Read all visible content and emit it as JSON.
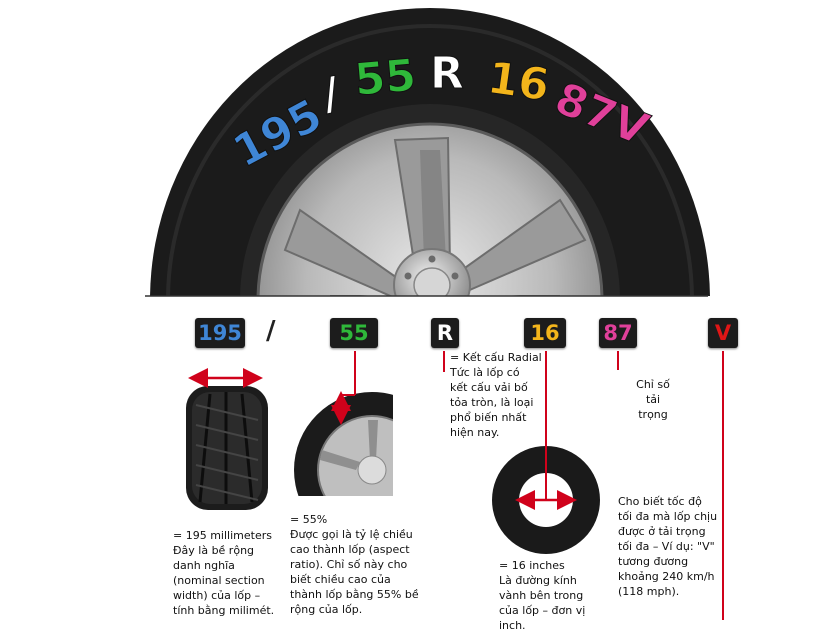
{
  "sidewall_code": {
    "width": "195",
    "separator": "/",
    "aspect": "55",
    "construction": "R",
    "rim": "16",
    "load_speed": "87V"
  },
  "colors": {
    "width": "#3f86d6",
    "aspect": "#2fb83a",
    "construction": "#ffffff",
    "rim": "#f3b51b",
    "load_index": "#e0409a",
    "speed_rating": "#e01616",
    "arrow": "#d0021b"
  },
  "chips": {
    "width": "195",
    "separator": "/",
    "aspect": "55",
    "construction": "R",
    "rim": "16",
    "load_index": "87",
    "speed_rating": "V"
  },
  "descriptions": {
    "width": "= 195 millimeters\n Đây là bề rộng\n danh nghĩa\n (nominal section\n width) của lốp –\n tính bằng milimét.",
    "aspect": "= 55%\n Được gọi là tỷ lệ chiều\n cao thành lốp (aspect\n ratio). Chỉ số này cho\n biết chiều cao của\n thành lốp bằng 55% bề\n rộng của lốp.",
    "construction": "= Kết cấu Radial\n Tức là lốp có\n kết cấu vải bố\n tỏa tròn, là loại\n phổ biến nhất\n hiện nay.",
    "rim": "= 16 inches\n Là đường kính\n vành bên trong\n của lốp – đơn vị\n inch.",
    "load_index": "Chỉ số\ntải\ntrọng",
    "speed_rating": "Cho biết tốc độ\n tối đa mà lốp chịu\n được ở tải trọng\n tối đa – Ví dụ: \"V\"\n tương đương\n khoảng 240 km/h\n (118 mph)."
  }
}
